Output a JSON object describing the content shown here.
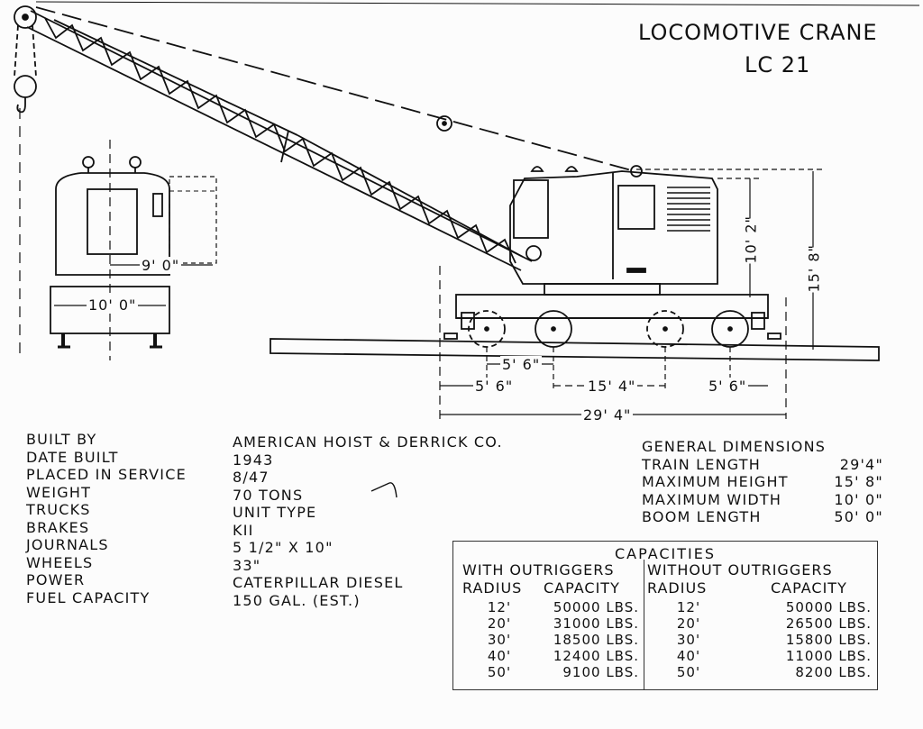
{
  "title": {
    "line1": "LOCOMOTIVE CRANE",
    "line2": "LC 21"
  },
  "dimensions": {
    "end_width_top": "9' 0\"",
    "end_width_bottom": "10' 0\"",
    "cab_height": "10' 2\"",
    "overall_height": "15' 8\"",
    "axle_spacing": "5' 6\"",
    "left_wheelbase": "5' 6\"",
    "truck_centers": "15' 4\"",
    "right_wheelbase": "5' 6\"",
    "overall_length": "29' 4\""
  },
  "specs": {
    "labels": [
      "BUILT BY",
      "DATE BUILT",
      "PLACED IN SERVICE",
      "WEIGHT",
      "TRUCKS",
      "BRAKES",
      "JOURNALS",
      "WHEELS",
      "POWER",
      "FUEL CAPACITY"
    ],
    "values": [
      "AMERICAN HOIST & DERRICK CO.",
      "1943",
      "8/47",
      "70 TONS",
      "UNIT TYPE",
      "KII",
      "5 1/2\" X 10\"",
      "33\"",
      "CATERPILLAR DIESEL",
      "150 GAL. (EST.)"
    ]
  },
  "general_dimensions": {
    "heading": "GENERAL DIMENSIONS",
    "rows": [
      {
        "label": "TRAIN LENGTH",
        "value": "29'4\""
      },
      {
        "label": "MAXIMUM HEIGHT",
        "value": "15' 8\""
      },
      {
        "label": "MAXIMUM WIDTH",
        "value": "10' 0\""
      },
      {
        "label": "BOOM LENGTH",
        "value": "50' 0\""
      }
    ]
  },
  "capacities": {
    "title": "CAPACITIES",
    "with_outriggers": "WITH OUTRIGGERS",
    "without_outriggers": "WITHOUT OUTRIGGERS",
    "radius_label": "RADIUS",
    "capacity_label": "CAPACITY",
    "with": {
      "radius": [
        "12'",
        "20'",
        "30'",
        "40'",
        "50'"
      ],
      "capacity": [
        "50000 LBS.",
        "31000 LBS.",
        "18500 LBS.",
        "12400 LBS.",
        "9100 LBS."
      ]
    },
    "without": {
      "radius": [
        "12'",
        "20'",
        "30'",
        "40'",
        "50'"
      ],
      "capacity": [
        "50000 LBS.",
        "26500 LBS.",
        "15800 LBS.",
        "11000 LBS.",
        "8200 LBS."
      ]
    }
  }
}
